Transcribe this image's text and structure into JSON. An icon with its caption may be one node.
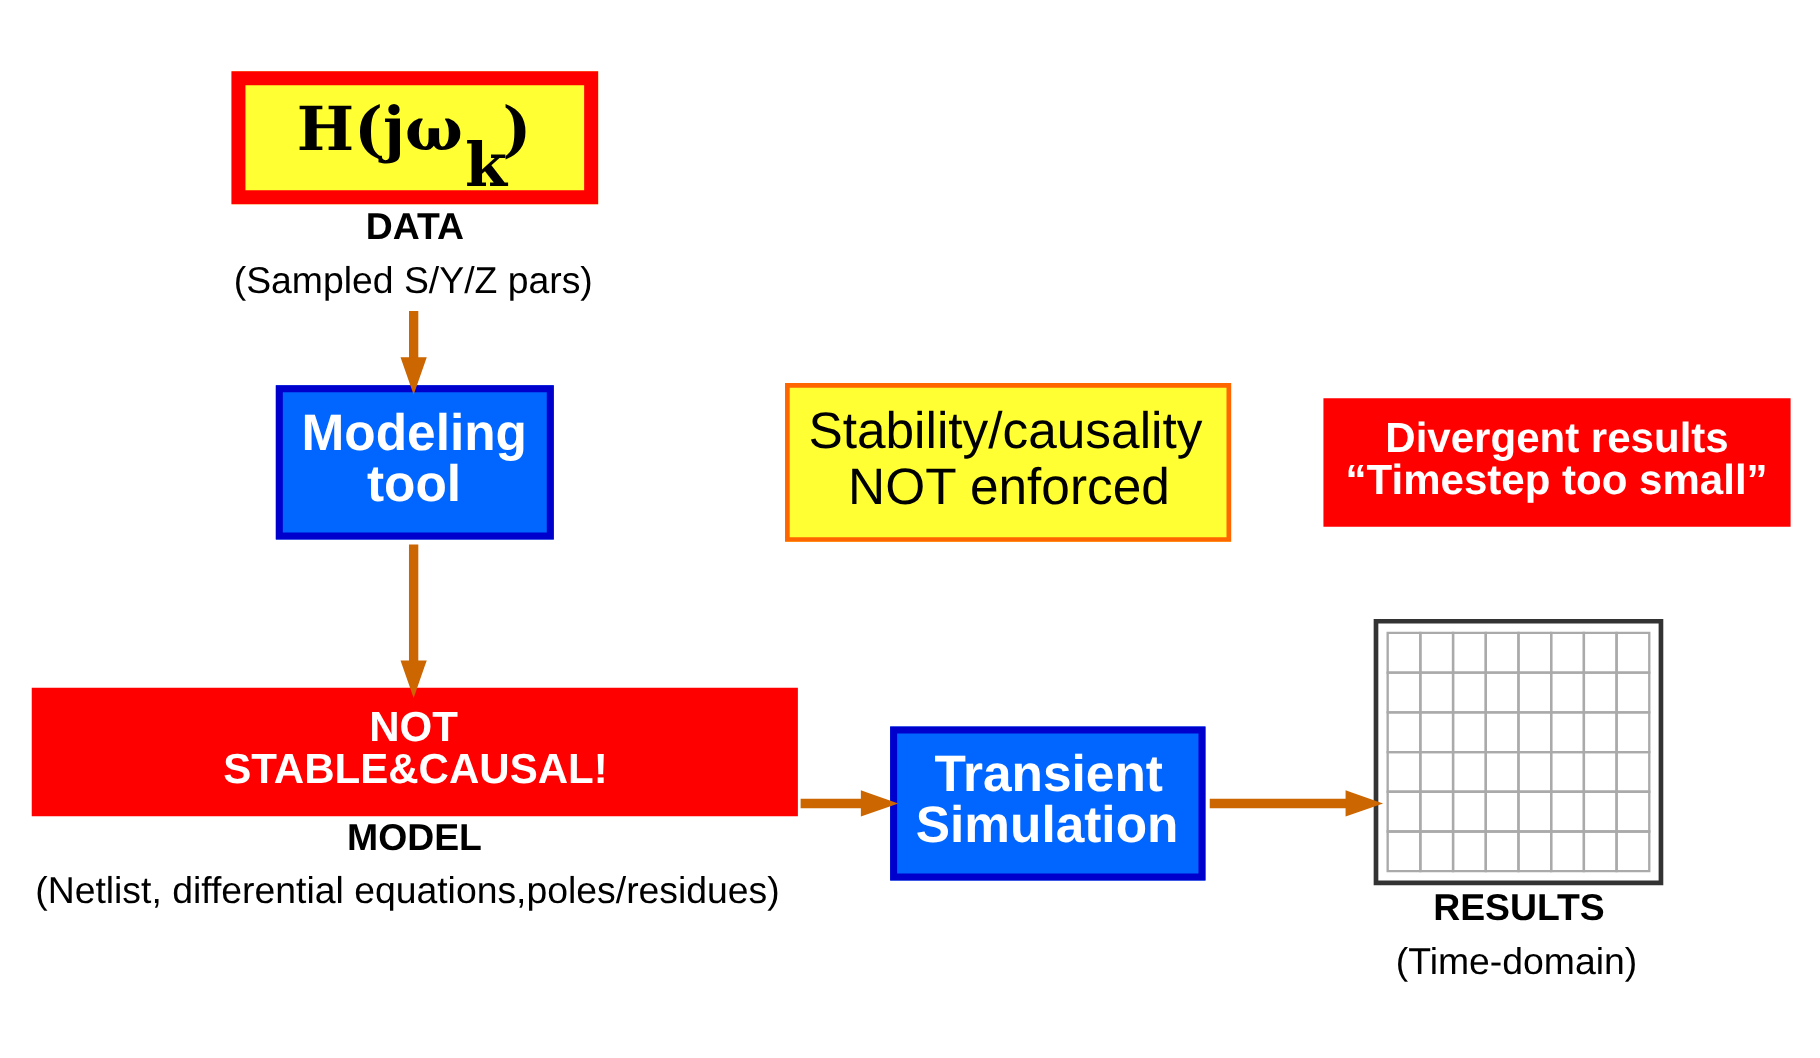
{
  "diagram": {
    "nodes": [
      {
        "text": [
          "H(jω$_{k}$)"
        ],
        "beside": [
          "DATA",
          "(Sampled S/Y/Z pars)"
        ]
      },
      {
        "text": [
          "Modeling tool"
        ]
      },
      {
        "text": [
          "Stability/causality NOT enforced"
        ]
      },
      {
        "text": [
          "NOT STABLE&CAUSAL!"
        ],
        "beside": [
          "MODEL",
          "(Netlist, differential equations,poles/residues)"
        ]
      },
      {
        "text": [
          "Transient Simulation"
        ]
      },
      {
        "text": [],
        "shape": "picture",
        "beside": [
          "RESULTS",
          "(Time-domain)"
        ]
      },
      {
        "text": [
          "Divergent results “Timestep too small”"
        ]
      }
    ],
    "edges": [
      {
        "from": 0,
        "to": 1,
        "arrow": "to"
      },
      {
        "from": 1,
        "to": 3,
        "arrow": "to"
      },
      {
        "from": 3,
        "to": 4,
        "arrow": "to"
      },
      {
        "from": 4,
        "to": 5,
        "arrow": "to"
      }
    ]
  }
}
